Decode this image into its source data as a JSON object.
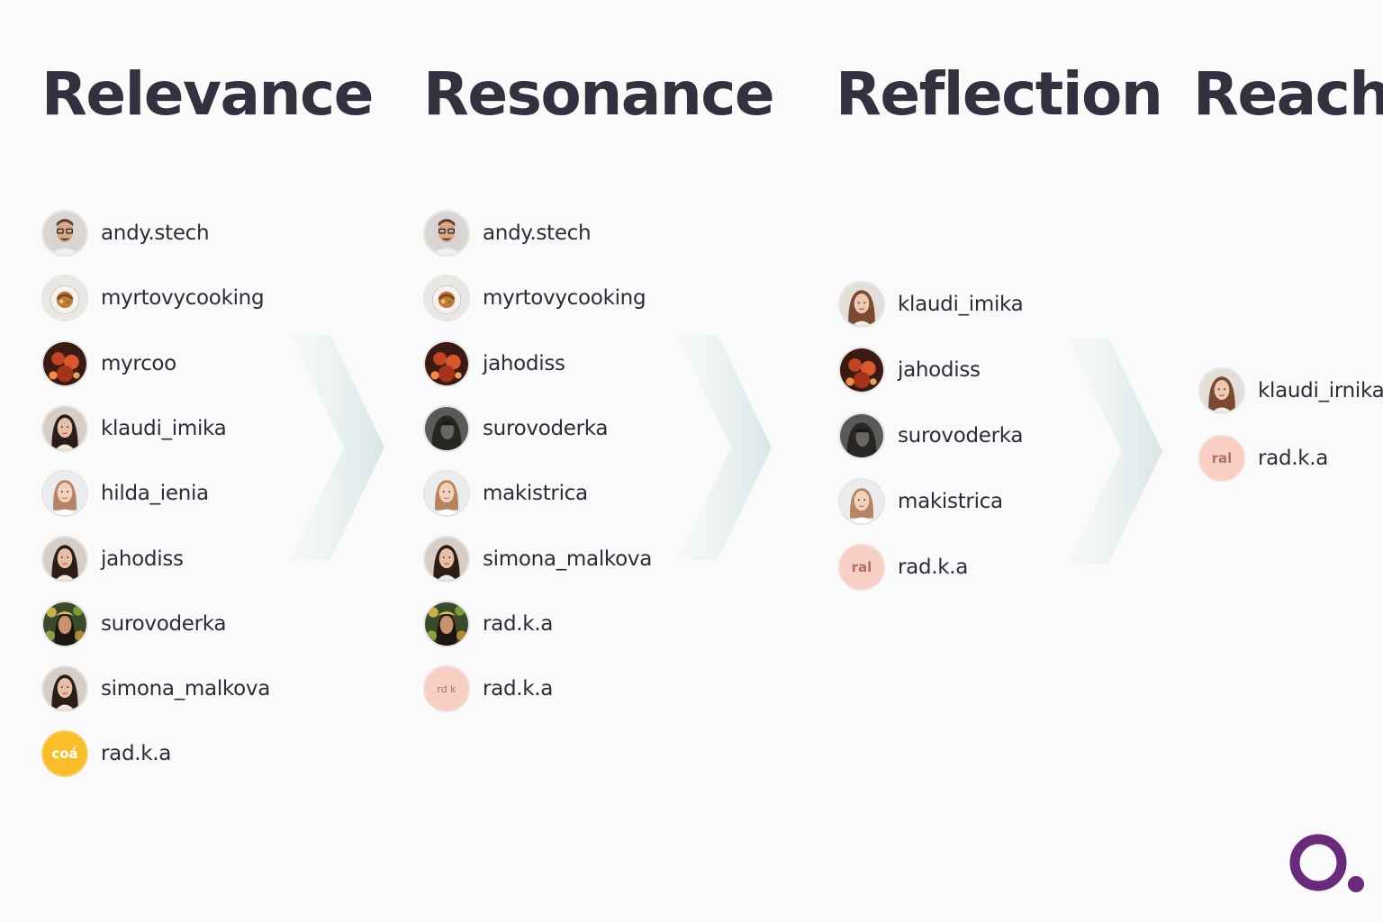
{
  "stages": [
    {
      "title": "Relevance",
      "users": [
        {
          "name": "andy.stech",
          "avatar": "man-glasses-photo"
        },
        {
          "name": "myrtovycooking",
          "avatar": "food-plate-photo"
        },
        {
          "name": "myrcoo",
          "avatar": "red-scene-photo"
        },
        {
          "name": "klaudi_imika",
          "avatar": "woman-dark-hair-photo"
        },
        {
          "name": "hilda_ienia",
          "avatar": "woman-light-photo"
        },
        {
          "name": "jahodiss",
          "avatar": "woman-dark-hair-photo"
        },
        {
          "name": "surovoderka",
          "avatar": "woman-floral-photo"
        },
        {
          "name": "simona_malkova",
          "avatar": "woman-dark-hair-photo"
        },
        {
          "name": "rad.k.a",
          "avatar": "initials",
          "initials": "coá",
          "color": "#f7bd2a"
        }
      ]
    },
    {
      "title": "Resonance",
      "users": [
        {
          "name": "andy.stech",
          "avatar": "man-glasses-photo"
        },
        {
          "name": "myrtovycooking",
          "avatar": "food-plate-photo"
        },
        {
          "name": "jahodiss",
          "avatar": "red-scene-photo"
        },
        {
          "name": "surovoderka",
          "avatar": "dark-hooded-photo"
        },
        {
          "name": "makistrica",
          "avatar": "woman-light-photo"
        },
        {
          "name": "simona_malkova",
          "avatar": "woman-dark-hair-photo"
        },
        {
          "name": "rad.k.a",
          "avatar": "woman-floral-photo"
        },
        {
          "name": "rad.k.a",
          "avatar": "initials",
          "initials": "rd k",
          "color": "#f7cfc4"
        }
      ]
    },
    {
      "title": "Reflection",
      "users": [
        {
          "name": "klaudi_imika",
          "avatar": "woman-brown-hair-photo"
        },
        {
          "name": "jahodiss",
          "avatar": "red-scene-photo"
        },
        {
          "name": "surovoderka",
          "avatar": "dark-hooded-photo"
        },
        {
          "name": "makistrica",
          "avatar": "woman-light-photo"
        },
        {
          "name": "rad.k.a",
          "avatar": "initials",
          "initials": "ral",
          "color": "#f7cfc4"
        }
      ]
    },
    {
      "title": "Reach",
      "users": [
        {
          "name": "klaudi_irnika",
          "avatar": "woman-brown-hair-photo"
        },
        {
          "name": "rad.k.a",
          "avatar": "initials",
          "initials": "ral",
          "color": "#f7cfc4"
        }
      ]
    }
  ],
  "colors": {
    "heading": "#33313f",
    "text": "#2d2b38",
    "chevron": "#dfeaea",
    "logo": "#6a2a7a",
    "background": "#fafafa"
  },
  "logo": {
    "icon": "brand-logo-icon"
  }
}
